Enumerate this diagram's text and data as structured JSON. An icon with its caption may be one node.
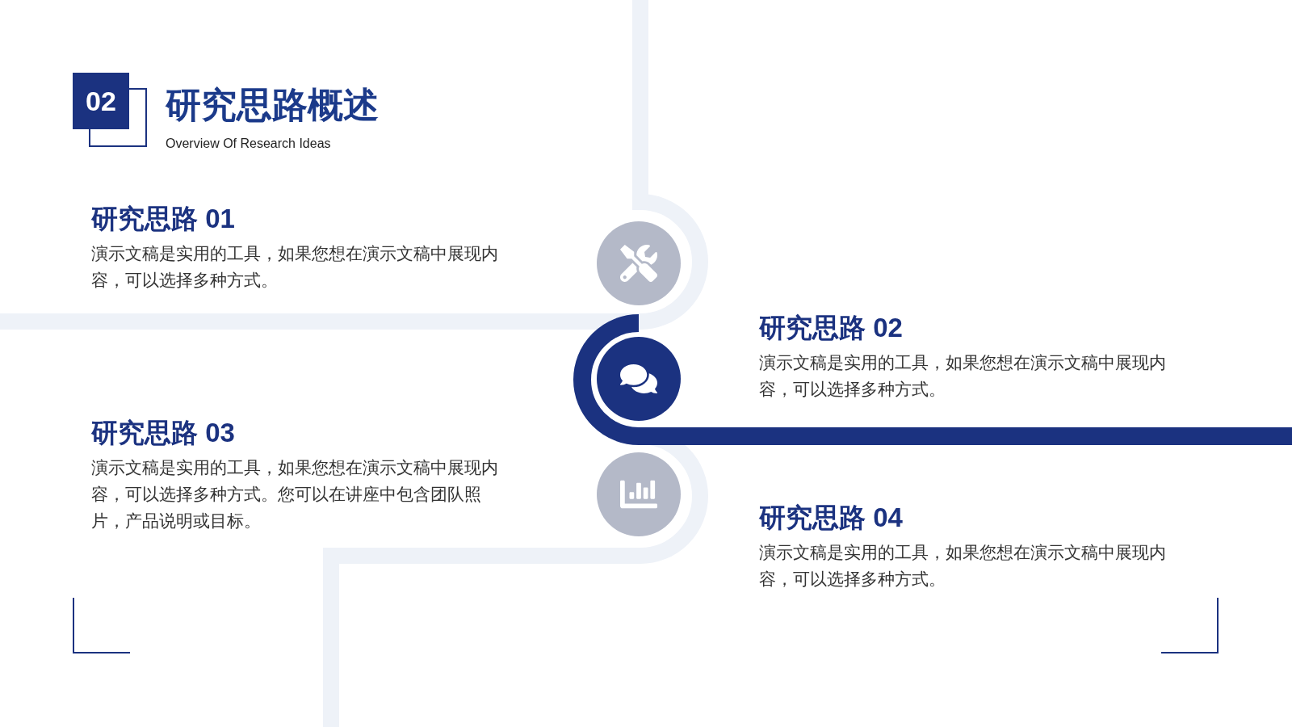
{
  "diagram": {
    "title": "研究思路概述",
    "labels": [
      "02",
      "Overview Of Research Ideas",
      "研究思路 01",
      "演示文稿是实用的工具，如果您想在演示文稿中展现内容，可以选择多种方式。",
      "研究思路 02",
      "演示文稿是实用的工具，如果您想在演示文稿中展现内容，可以选择多种方式。",
      "研究思路 03",
      "演示文稿是实用的工具，如果您想在演示文稿中展现内容，可以选择多种方式。您可以在讲座中包含团队照片，产品说明或目标。",
      "研究思路 04",
      "演示文稿是实用的工具，如果您想在演示文稿中展现内容，可以选择多种方式。"
    ]
  }
}
